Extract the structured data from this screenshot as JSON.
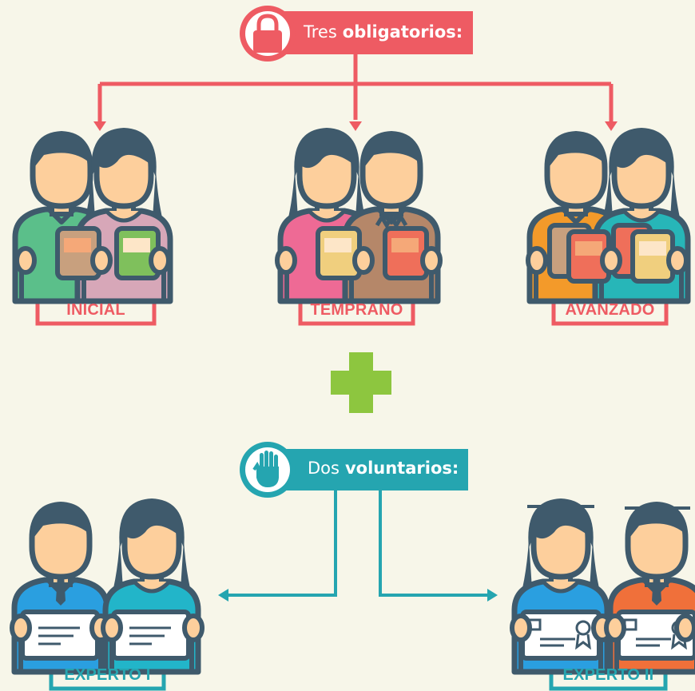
{
  "colors": {
    "background": "#f7f6e9",
    "mandatory": "#ee5b63",
    "voluntary": "#25a5b0",
    "plus": "#8dc63f",
    "outline": "#3f5a6c",
    "skin": "#fdcf9c"
  },
  "icons": {
    "mandatory": "padlock-icon",
    "voluntary": "raised-hand-icon",
    "middle": "plus-icon"
  },
  "mandatory": {
    "banner_prefix": "Tres",
    "banner_bold": "obligatorios:",
    "levels": [
      {
        "label": "INICIAL"
      },
      {
        "label": "TEMPRANO"
      },
      {
        "label": "AVANZADO"
      }
    ]
  },
  "voluntary": {
    "banner_prefix": "Dos",
    "banner_bold": "voluntarios:",
    "levels": [
      {
        "label": "EXPERTO I"
      },
      {
        "label": "EXPERTO II"
      }
    ]
  }
}
